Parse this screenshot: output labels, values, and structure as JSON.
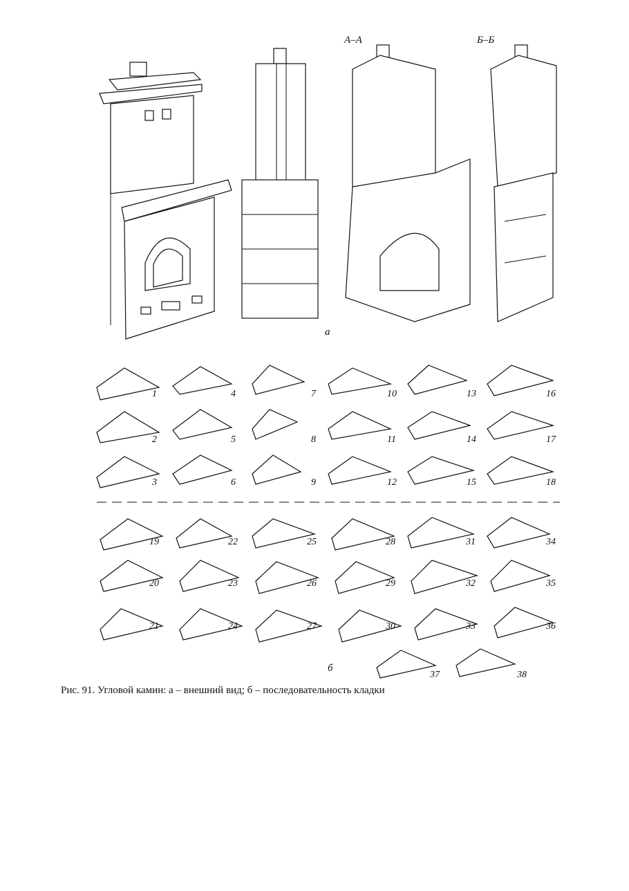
{
  "figure": {
    "labels": {
      "section_aa": "А–А",
      "section_bb": "Б–Б",
      "part_a": "а",
      "part_b": "б"
    },
    "row_numbers": [
      "1",
      "2",
      "3",
      "4",
      "5",
      "6",
      "7",
      "8",
      "9",
      "10",
      "11",
      "12",
      "13",
      "14",
      "15",
      "16",
      "17",
      "18",
      "19",
      "20",
      "21",
      "22",
      "23",
      "24",
      "25",
      "26",
      "27",
      "28",
      "29",
      "30",
      "31",
      "32",
      "33",
      "34",
      "35",
      "36",
      "37",
      "38"
    ]
  },
  "caption": {
    "text": "Рис. 91. Угловой камин: а – внешний вид; б – последовательность кладки"
  }
}
